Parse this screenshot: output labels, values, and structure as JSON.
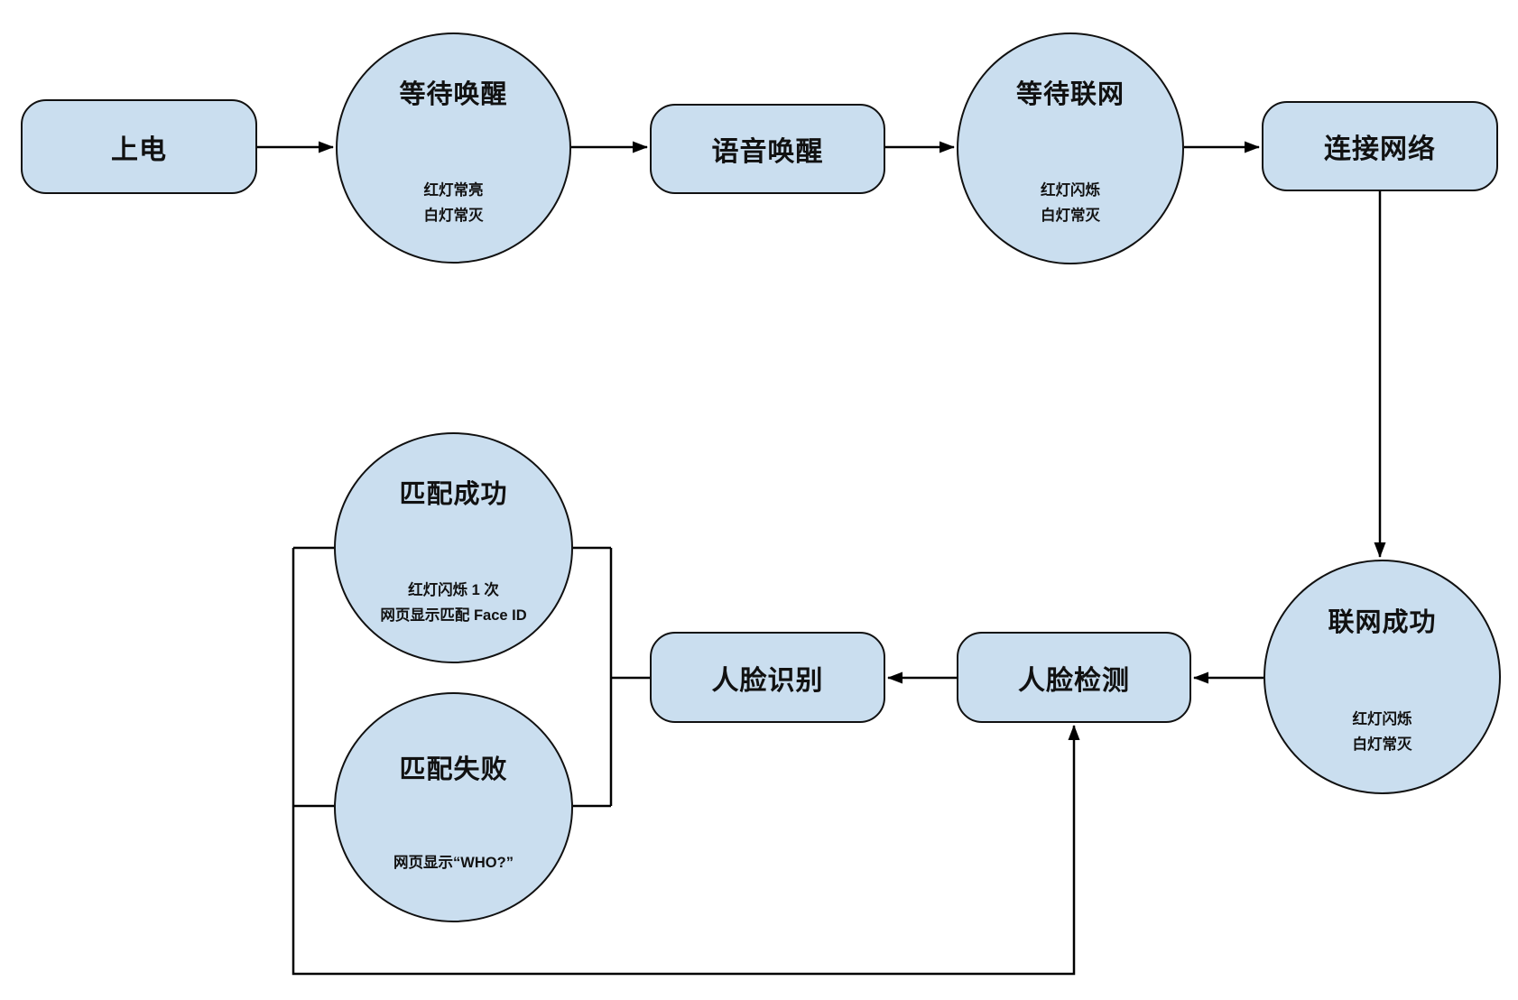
{
  "diagram": {
    "background_color": "#ffffff",
    "node_fill_color": "#cadeef",
    "node_border_color": "#111111",
    "connector_color": "#000000",
    "nodes": {
      "power": {
        "label": "上电"
      },
      "wait_wake": {
        "label": "等待唤醒",
        "note_lines": [
          "红灯常亮",
          "白灯常灭"
        ]
      },
      "voice_wake": {
        "label": "语音唤醒"
      },
      "wait_network": {
        "label": "等待联网",
        "note_lines": [
          "红灯闪烁",
          "白灯常灭"
        ]
      },
      "connect_network": {
        "label": "连接网络"
      },
      "network_success": {
        "label": "联网成功",
        "note_lines": [
          "红灯闪烁",
          "白灯常灭"
        ]
      },
      "face_detect": {
        "label": "人脸检测"
      },
      "face_recognize": {
        "label": "人脸识别"
      },
      "match_success": {
        "label": "匹配成功",
        "note_lines": [
          "红灯闪烁 1 次",
          "网页显示匹配 Face ID"
        ]
      },
      "match_fail": {
        "label": "匹配失败",
        "note_lines": [
          "网页显示“WHO?”"
        ]
      }
    }
  }
}
